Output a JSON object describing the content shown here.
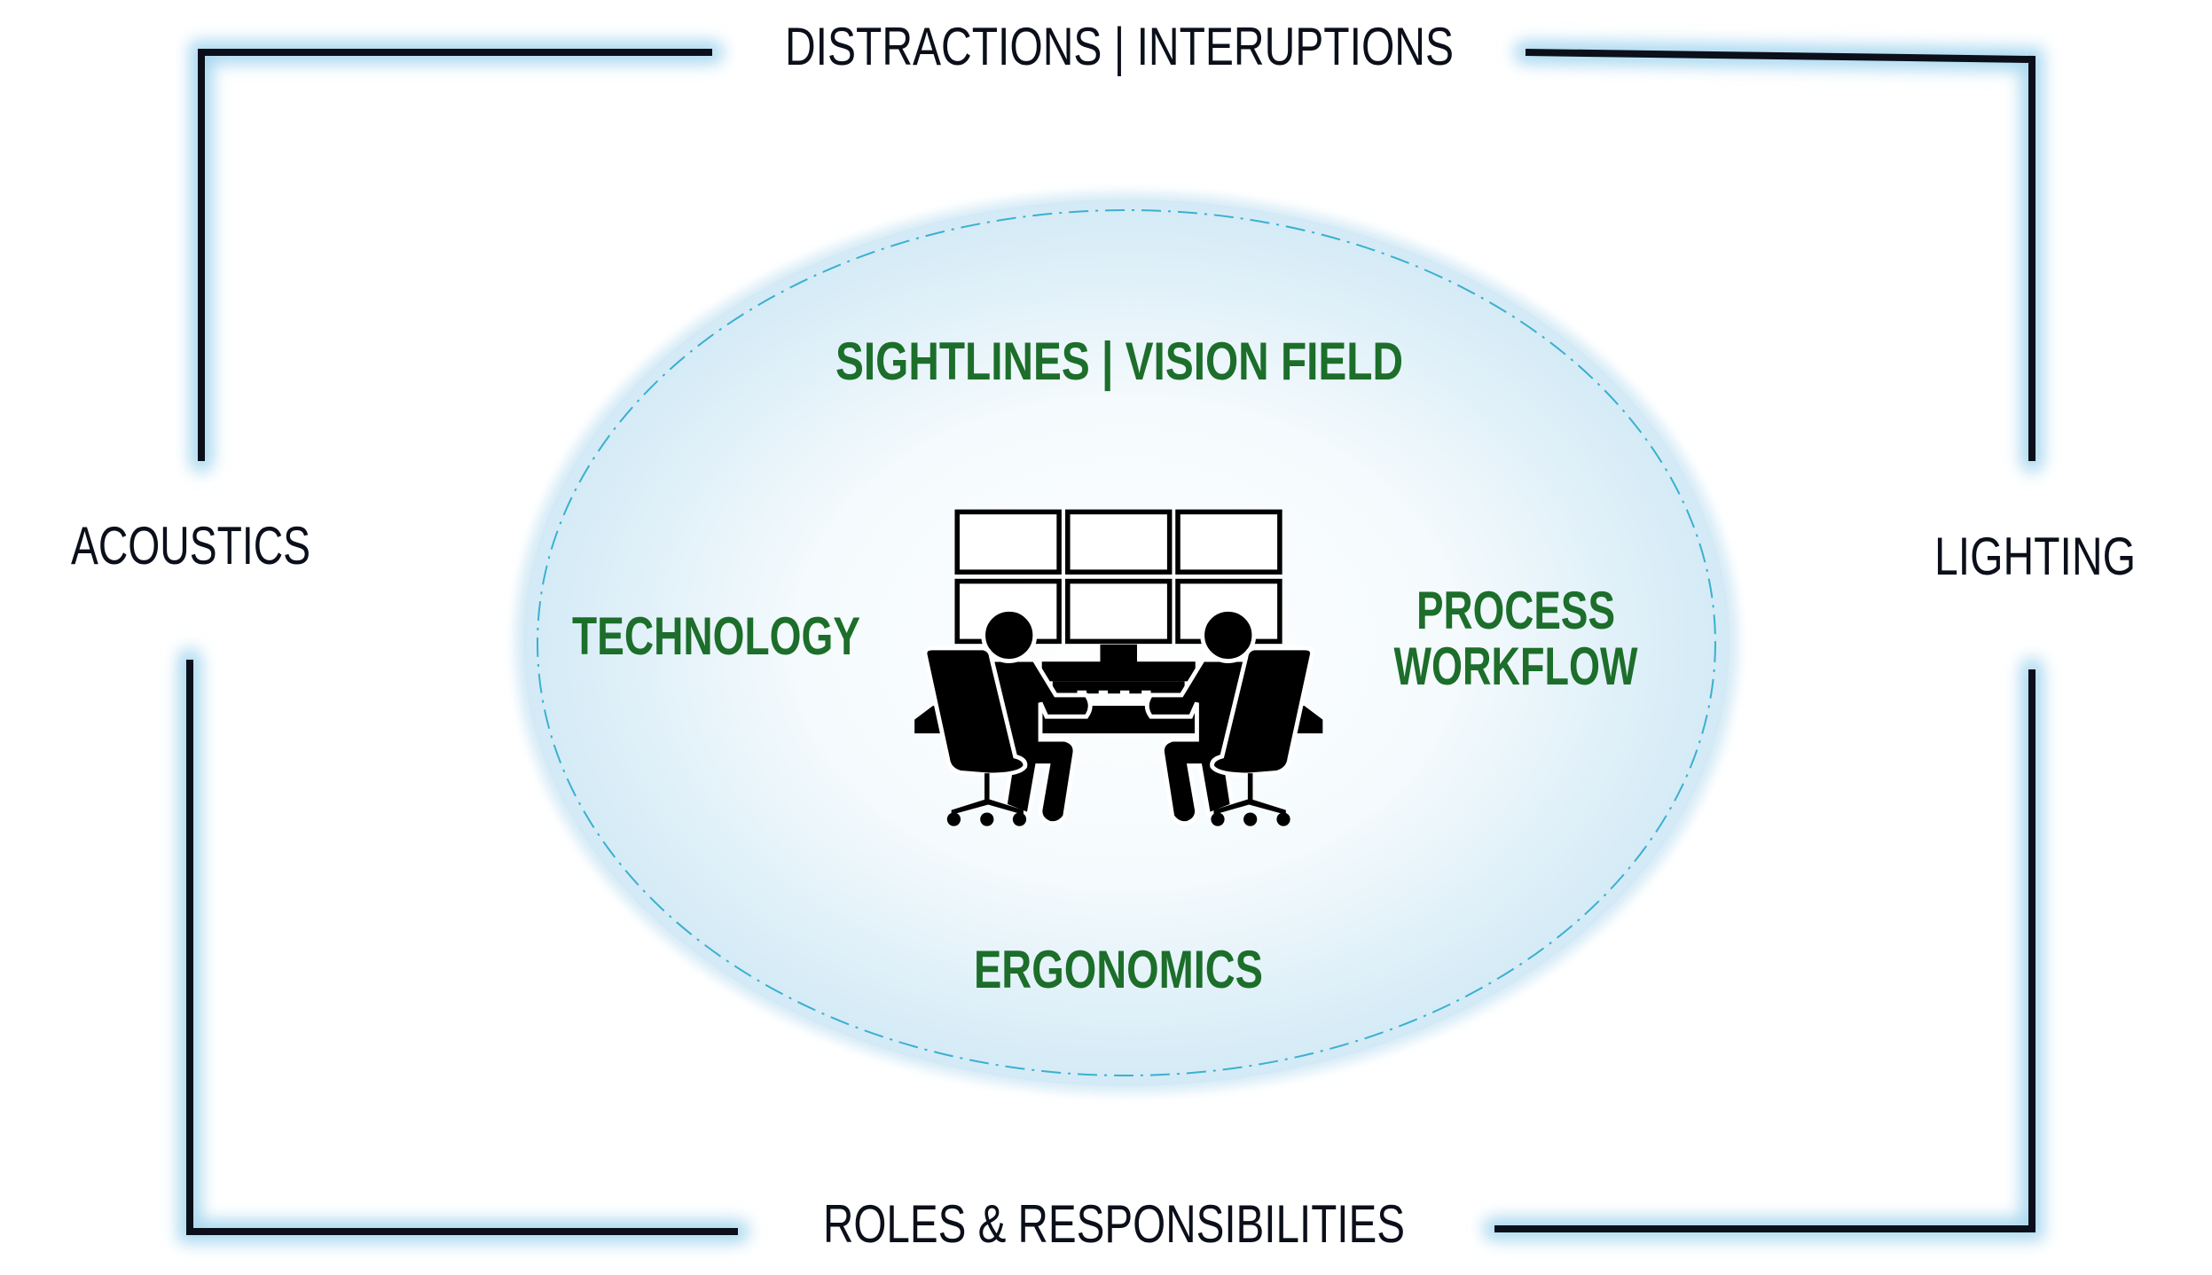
{
  "diagram": {
    "outer_factors": {
      "top": "DISTRACTIONS | INTERUPTIONS",
      "left": "ACOUSTICS",
      "right": "LIGHTING",
      "bottom": "ROLES & RESPONSIBILITIES"
    },
    "inner_factors": {
      "top": "SIGHTLINES | VISION FIELD",
      "left": "TECHNOLOGY",
      "right_line1": "PROCESS",
      "right_line2": "WORKFLOW",
      "bottom": "ERGONOMICS"
    },
    "center_icon": "control-room-operators-icon",
    "colors": {
      "frame": "#0b0f1a",
      "glow": "#a9d8f0",
      "inner_text": "#1c6e2a",
      "ellipse_fill": "#d6ecf7",
      "dash": "#3ab0d0"
    }
  }
}
